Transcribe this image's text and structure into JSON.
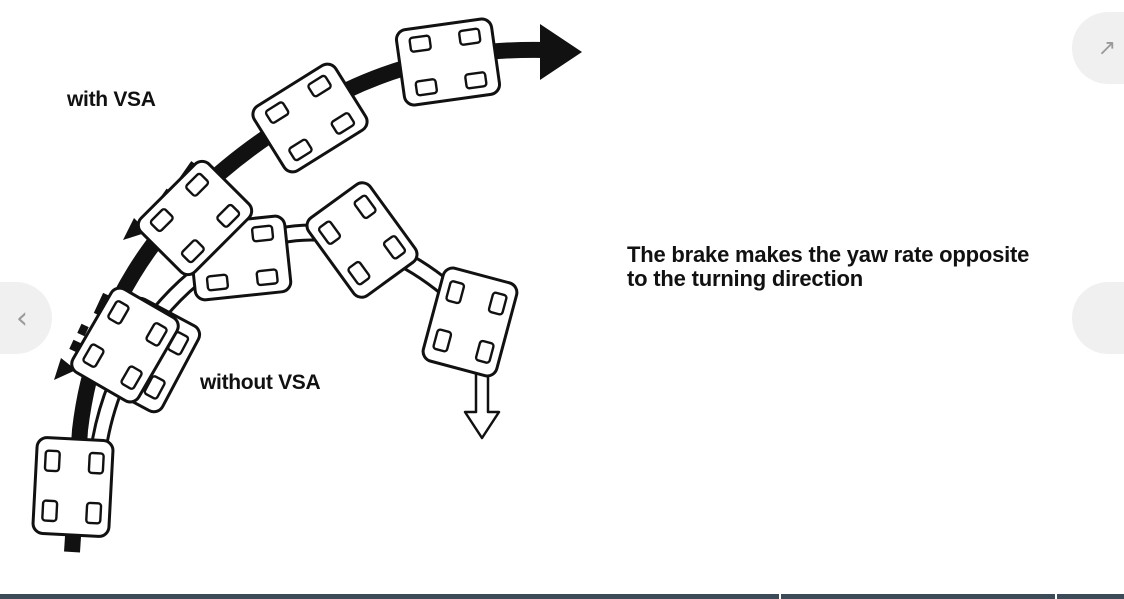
{
  "labels": {
    "with_vsa": "with VSA",
    "without_vsa": "without VSA"
  },
  "caption": {
    "line1": "The brake makes the yaw rate opposite",
    "line2": "to the turning direction"
  },
  "navigation": {
    "prev_icon": "chevron-left-icon",
    "next_icon": "chevron-right-icon",
    "expand_icon": "expand-icon"
  },
  "colors": {
    "ink": "#111111",
    "background": "#ffffff",
    "nav_background": "#f0f0f0",
    "nav_icon": "#9a9a9a",
    "bottom_bar": "#3d4a57"
  }
}
